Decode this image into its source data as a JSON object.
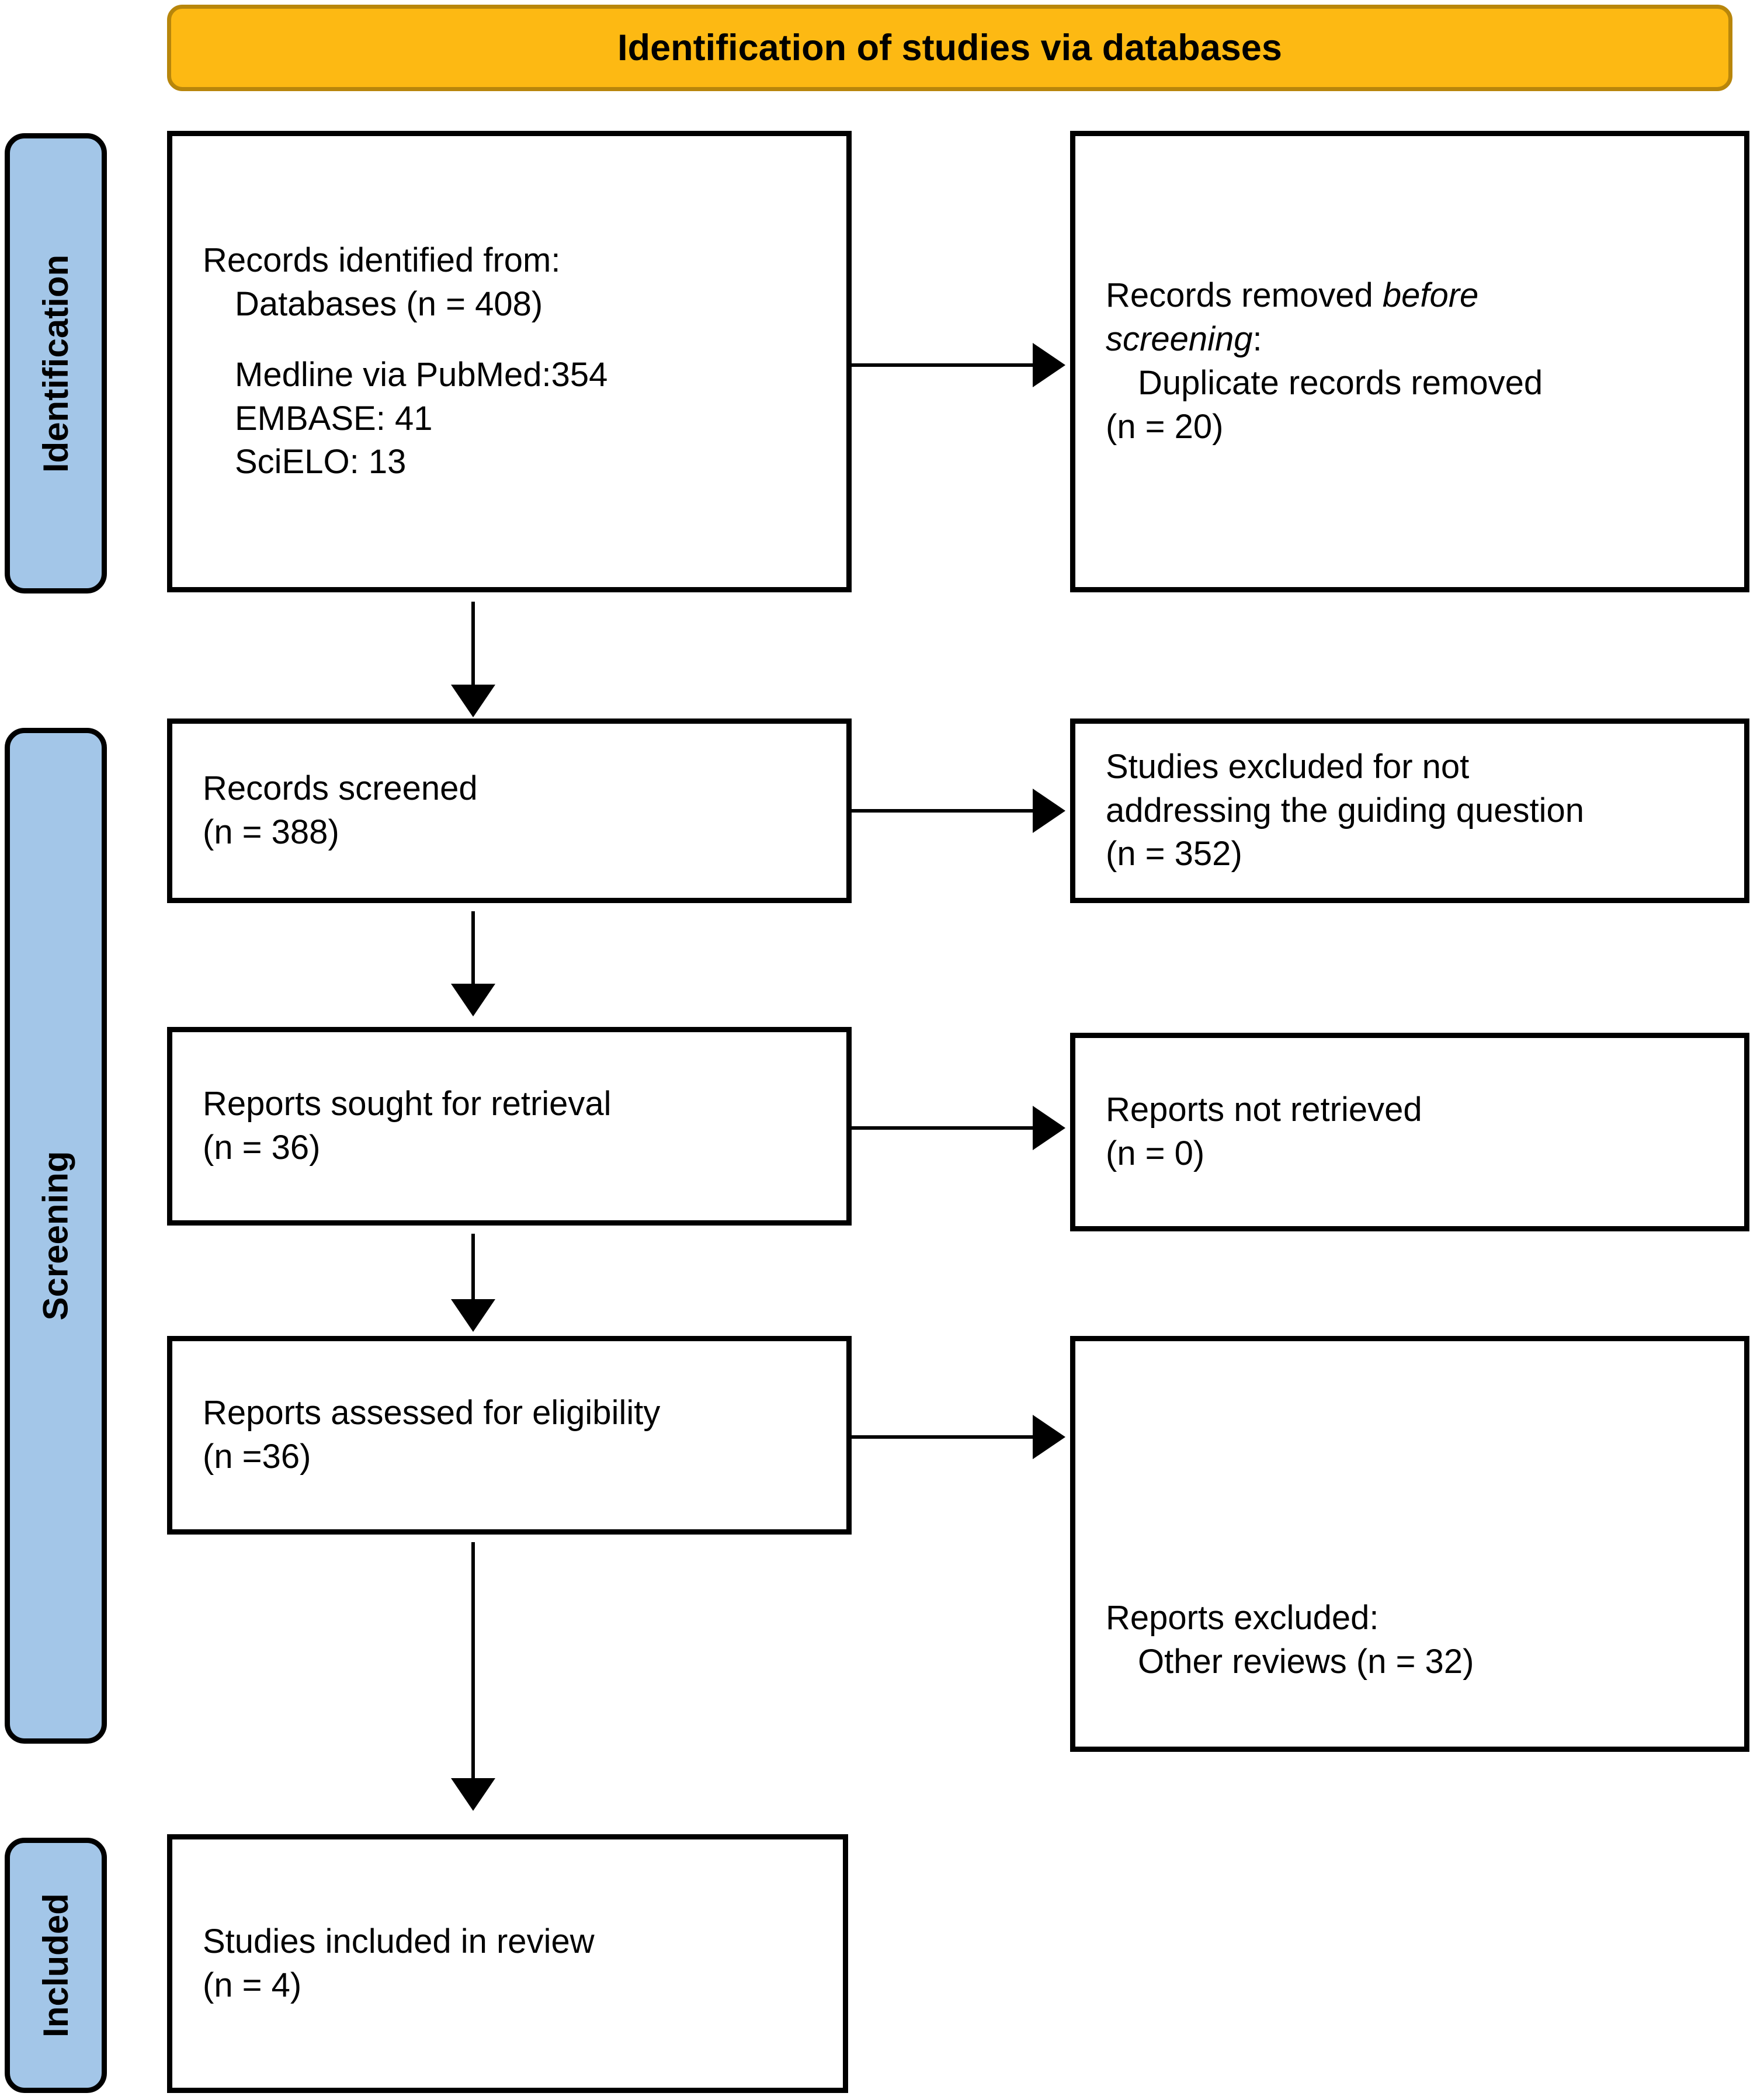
{
  "banner": {
    "title": "Identification of studies via databases",
    "fill_color": "#fdb913",
    "border_color": "#b8860b"
  },
  "stages": [
    {
      "key": "identification",
      "label": "Identification",
      "fill_color": "#a3c6e8"
    },
    {
      "key": "screening",
      "label": "Screening",
      "fill_color": "#a3c6e8"
    },
    {
      "key": "included",
      "label": "Included",
      "fill_color": "#a3c6e8"
    }
  ],
  "boxes": {
    "records_identified": {
      "line1": "Records identified from:",
      "line2": "Databases (n = 408)",
      "line3": "Medline via PubMed:354",
      "line4": "EMBASE: 41",
      "line5": "SciELO: 13"
    },
    "records_removed": {
      "line1_a": "Records removed ",
      "line1_b": "before",
      "line2_a": "screening",
      "line2_b": ":",
      "line3": "Duplicate records removed",
      "line4": "(n = 20)"
    },
    "records_screened": {
      "line1": "Records screened",
      "line2": "(n = 388)"
    },
    "studies_excluded": {
      "line1": "Studies excluded for not",
      "line2": "addressing the guiding question",
      "line3": "(n = 352)"
    },
    "reports_sought": {
      "line1": "Reports sought for retrieval",
      "line2": "(n = 36)"
    },
    "reports_not_retrieved": {
      "line1": "Reports not retrieved",
      "line2": "(n = 0)"
    },
    "reports_assessed": {
      "line1": "Reports assessed for eligibility",
      "line2": "(n =36)"
    },
    "reports_excluded": {
      "line1": "Reports excluded:",
      "line2": "Other reviews (n = 32)"
    },
    "studies_included": {
      "line1": "Studies included in review",
      "line2": "(n = 4)"
    }
  },
  "chart_data": {
    "type": "diagram",
    "title": "Identification of studies via databases",
    "nodes": [
      {
        "id": "records_identified",
        "stage": "Identification",
        "label": "Records identified from: Databases",
        "n": 408,
        "breakdown": [
          {
            "source": "Medline via PubMed",
            "n": 354
          },
          {
            "source": "EMBASE",
            "n": 41
          },
          {
            "source": "SciELO",
            "n": 13
          }
        ]
      },
      {
        "id": "records_removed",
        "stage": "Identification",
        "label": "Records removed before screening: Duplicate records removed",
        "n": 20
      },
      {
        "id": "records_screened",
        "stage": "Screening",
        "label": "Records screened",
        "n": 388
      },
      {
        "id": "studies_excluded",
        "stage": "Screening",
        "label": "Studies excluded for not addressing the guiding question",
        "n": 352
      },
      {
        "id": "reports_sought",
        "stage": "Screening",
        "label": "Reports sought for retrieval",
        "n": 36
      },
      {
        "id": "reports_not_retrieved",
        "stage": "Screening",
        "label": "Reports not retrieved",
        "n": 0
      },
      {
        "id": "reports_assessed",
        "stage": "Screening",
        "label": "Reports assessed for eligibility",
        "n": 36
      },
      {
        "id": "reports_excluded",
        "stage": "Screening",
        "label": "Reports excluded: Other reviews",
        "n": 32
      },
      {
        "id": "studies_included",
        "stage": "Included",
        "label": "Studies included in review",
        "n": 4
      }
    ],
    "edges": [
      {
        "from": "records_identified",
        "to": "records_removed",
        "direction": "right"
      },
      {
        "from": "records_identified",
        "to": "records_screened",
        "direction": "down"
      },
      {
        "from": "records_screened",
        "to": "studies_excluded",
        "direction": "right"
      },
      {
        "from": "records_screened",
        "to": "reports_sought",
        "direction": "down"
      },
      {
        "from": "reports_sought",
        "to": "reports_not_retrieved",
        "direction": "right"
      },
      {
        "from": "reports_sought",
        "to": "reports_assessed",
        "direction": "down"
      },
      {
        "from": "reports_assessed",
        "to": "reports_excluded",
        "direction": "right"
      },
      {
        "from": "reports_assessed",
        "to": "studies_included",
        "direction": "down"
      }
    ]
  }
}
